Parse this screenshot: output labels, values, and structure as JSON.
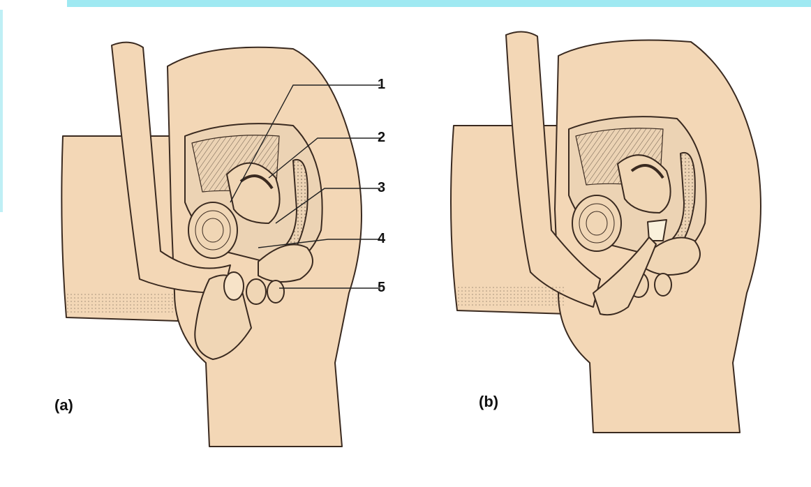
{
  "colors": {
    "skin": "#f3d7b6",
    "skin_dark": "#e9c69f",
    "outline": "#3a2a20",
    "accent_band": "#9fe9f2"
  },
  "panels": [
    {
      "caption": "(a)"
    },
    {
      "caption": "(b)"
    }
  ],
  "labels": [
    "1",
    "2",
    "3",
    "4",
    "5"
  ]
}
